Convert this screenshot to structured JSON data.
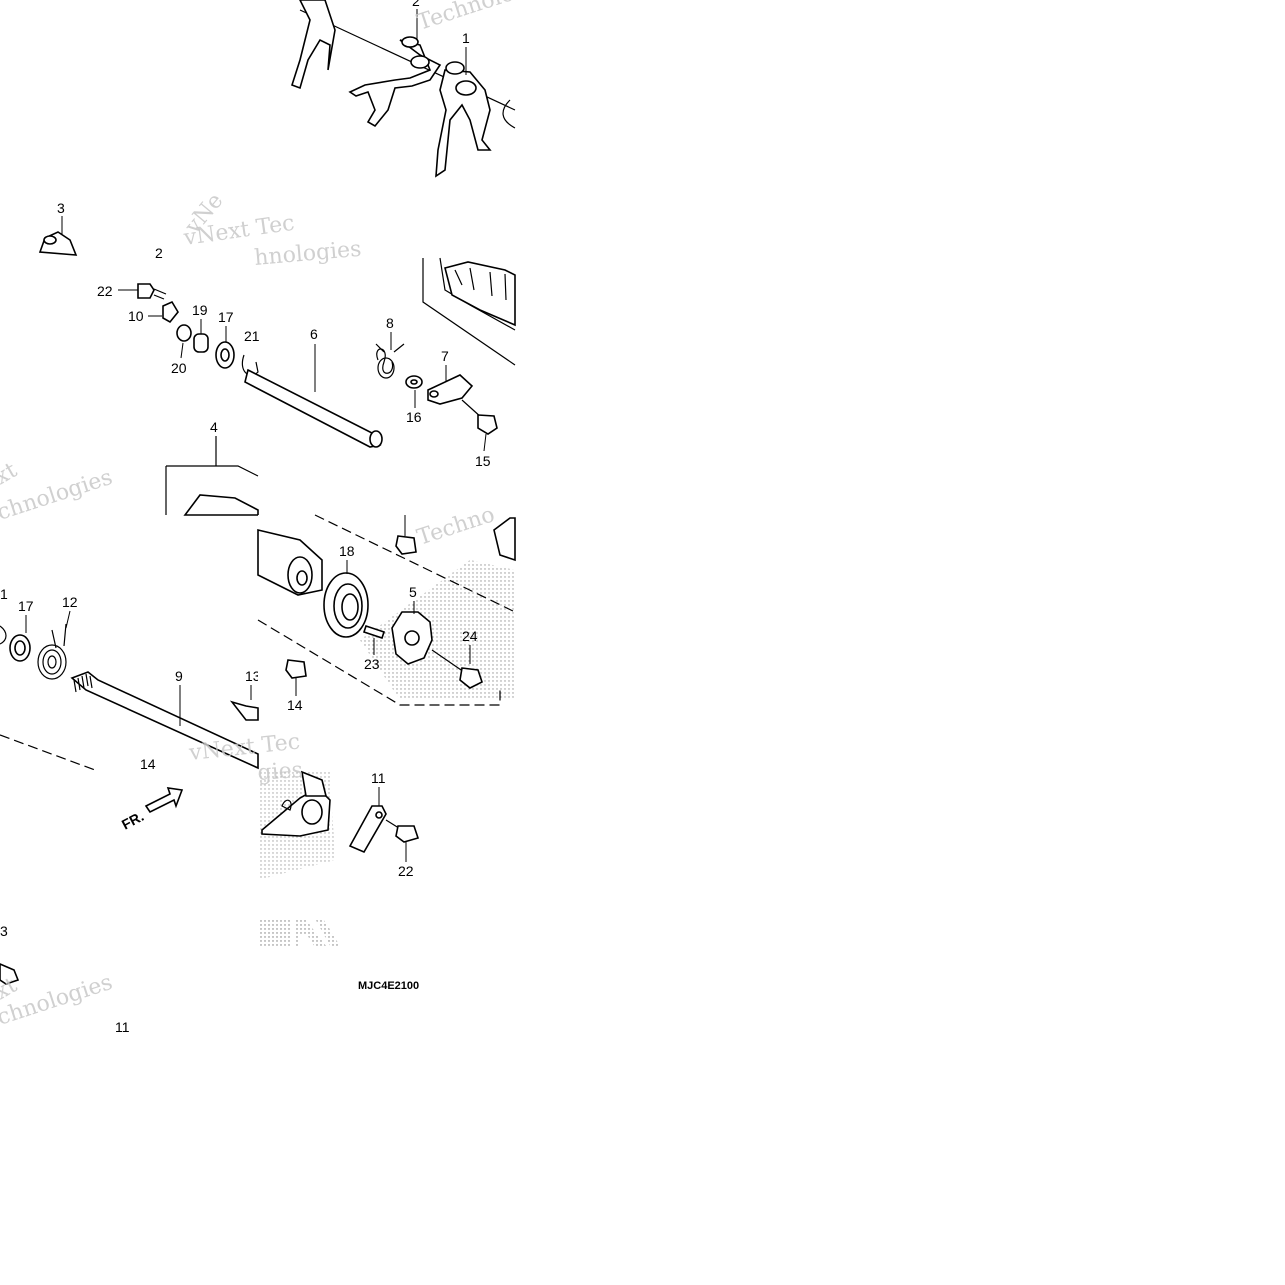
{
  "diagram": {
    "drawing_code": "MJC4E2100",
    "direction_label": "FR.",
    "watermarks": [
      "vNext",
      "Technologies"
    ],
    "callouts": [
      "1",
      "2",
      "3",
      "4",
      "5",
      "6",
      "7",
      "8",
      "9",
      "10",
      "11",
      "12",
      "13",
      "14",
      "15",
      "16",
      "17",
      "18",
      "19",
      "20",
      "21",
      "22",
      "23",
      "24"
    ]
  }
}
